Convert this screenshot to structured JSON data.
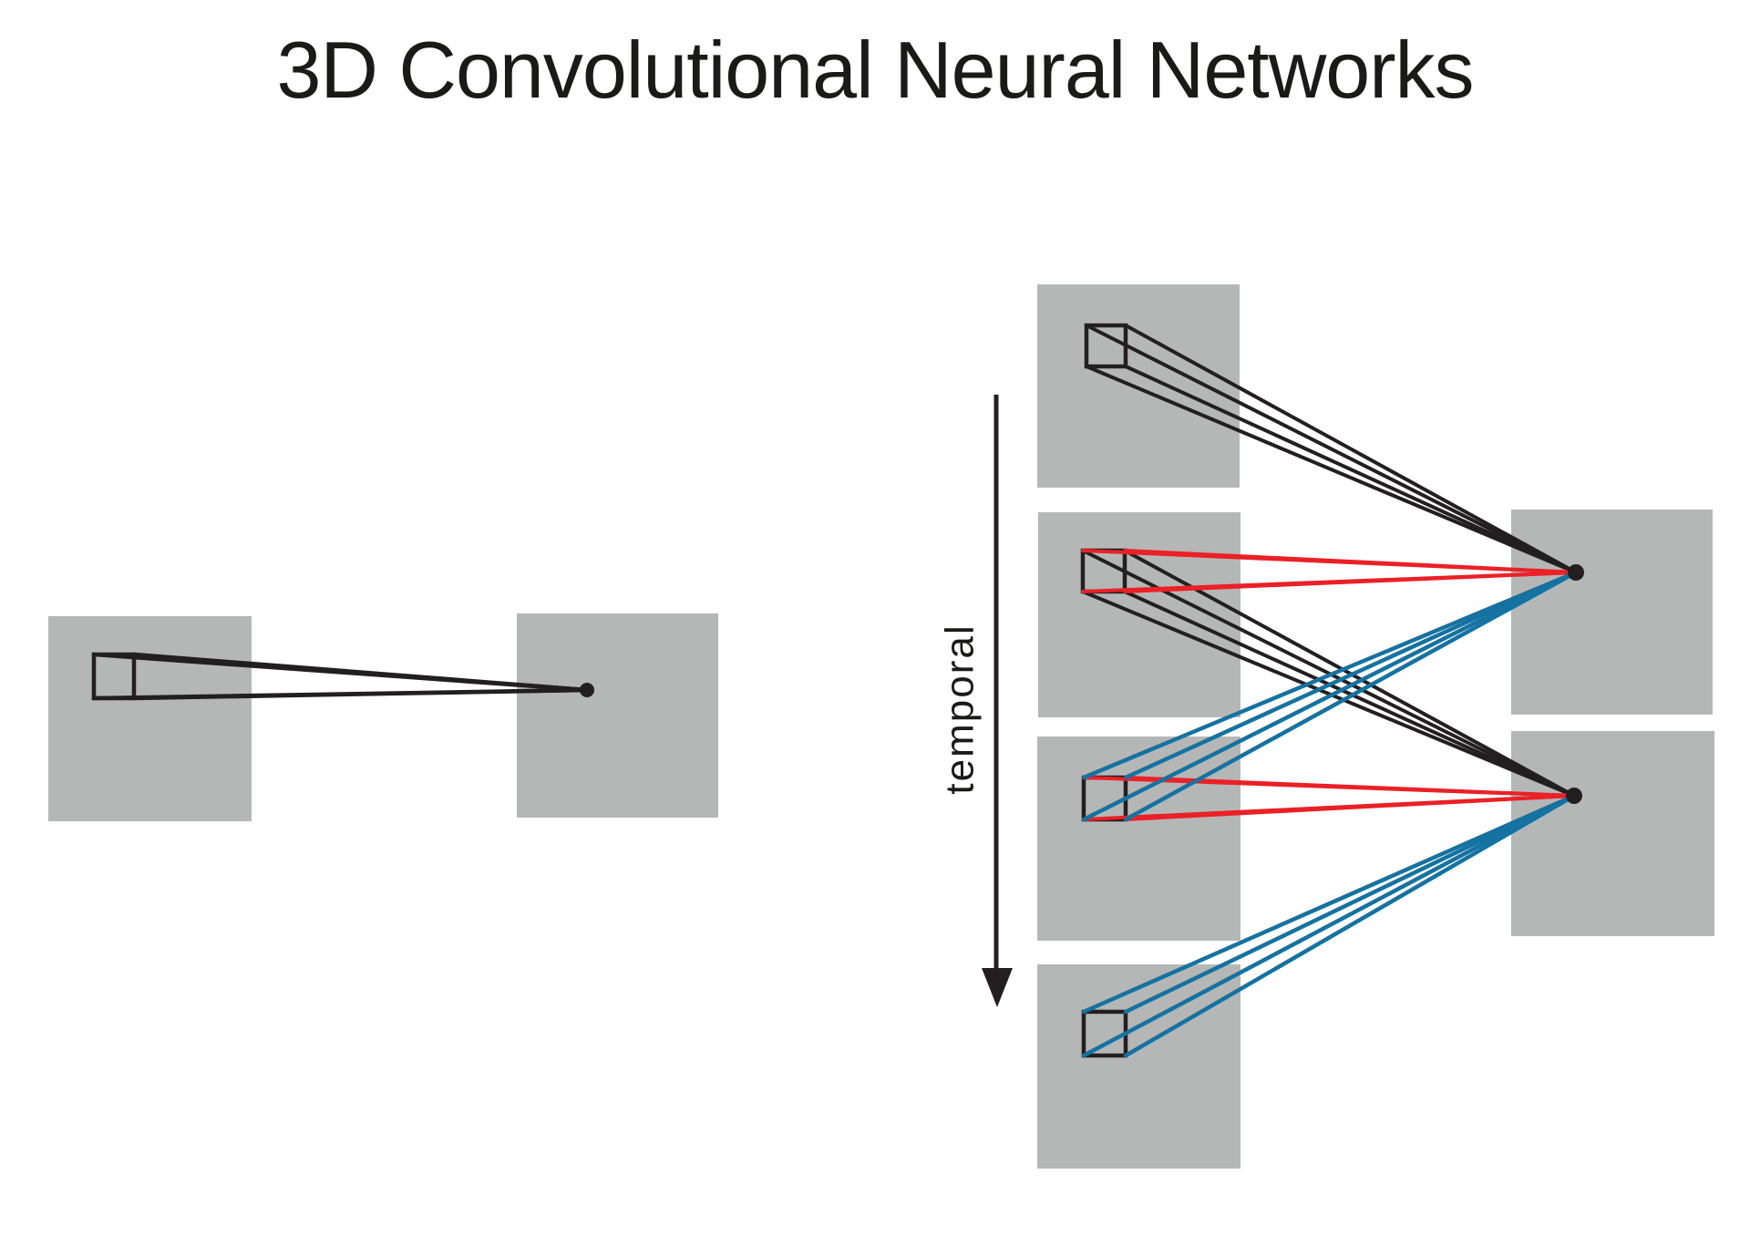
{
  "title": "3D Convolutional Neural Networks",
  "colors": {
    "background": "#ffffff",
    "frame": "#b5b7b6",
    "line_black": "#231f20",
    "line_red": "#ea2127",
    "line_blue": "#1572a1",
    "text": "#1a1a18"
  },
  "left_diagram": {
    "input_frame_count": 1,
    "output_neuron_count": 1,
    "connections": [
      {
        "from": "input-frame",
        "to": "output-neuron",
        "color": "black"
      }
    ]
  },
  "right_diagram": {
    "temporal_label": "temporal",
    "input_frame_count": 4,
    "output_neuron_count": 2,
    "connections": [
      {
        "from": "input-frame-1",
        "to": "output-neuron-1",
        "color": "black"
      },
      {
        "from": "input-frame-2",
        "to": "output-neuron-1",
        "color": "red"
      },
      {
        "from": "input-frame-3",
        "to": "output-neuron-1",
        "color": "blue"
      },
      {
        "from": "input-frame-2",
        "to": "output-neuron-2",
        "color": "black"
      },
      {
        "from": "input-frame-3",
        "to": "output-neuron-2",
        "color": "red"
      },
      {
        "from": "input-frame-4",
        "to": "output-neuron-2",
        "color": "blue"
      }
    ]
  }
}
